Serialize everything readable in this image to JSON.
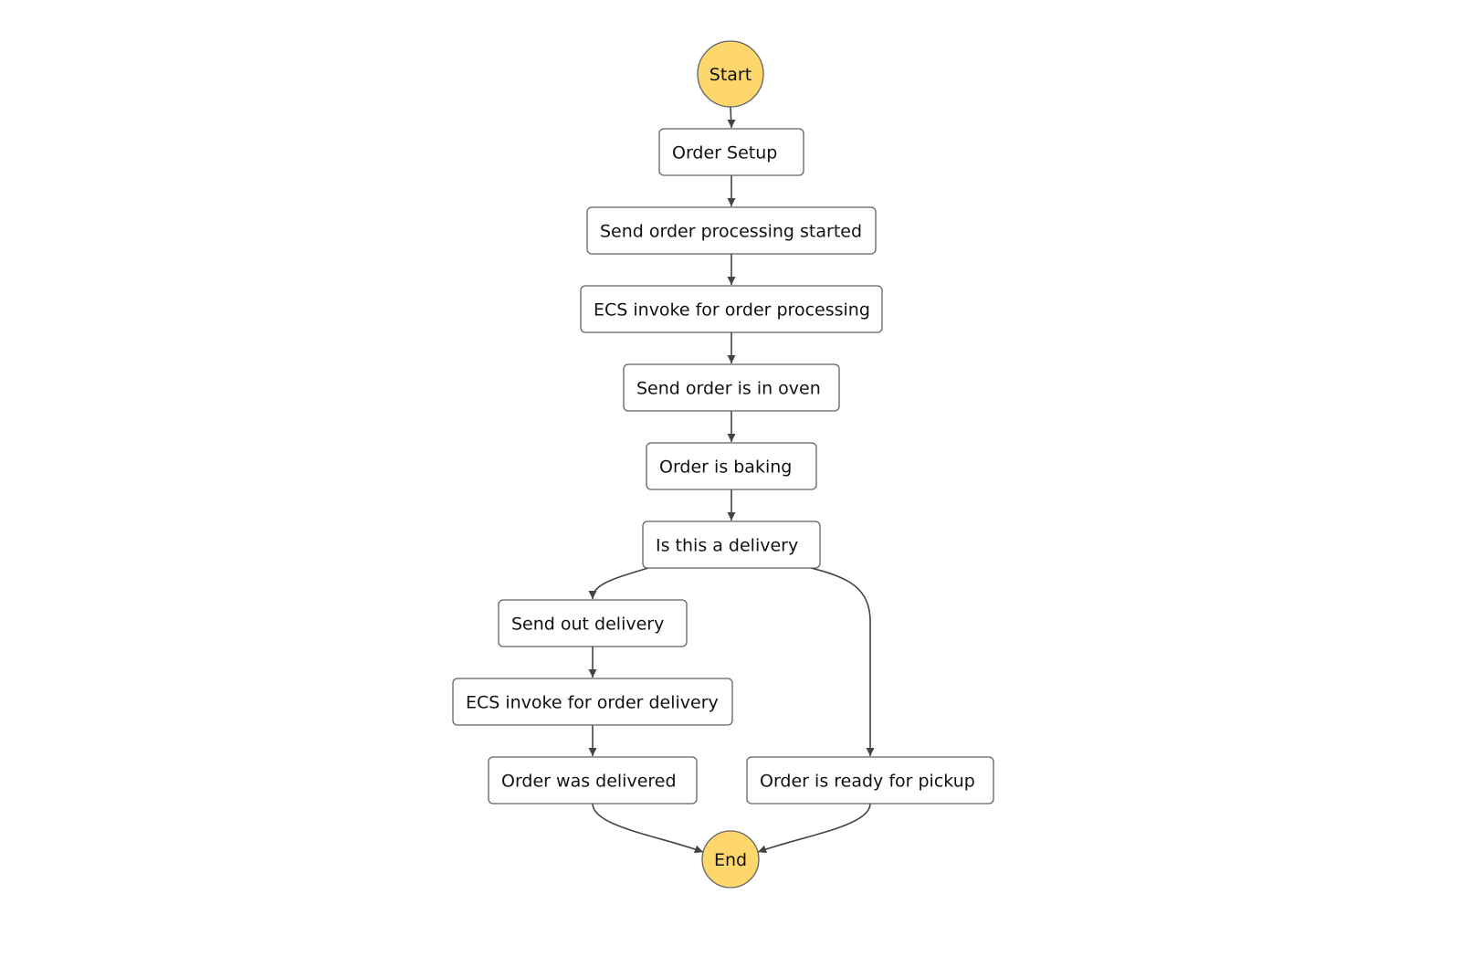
{
  "diagram": {
    "nodes": [
      {
        "id": "start",
        "shape": "circle",
        "label": "Start"
      },
      {
        "id": "order-setup",
        "shape": "box",
        "label": "Order Setup"
      },
      {
        "id": "send-order-processing-started",
        "shape": "box",
        "label": "Send order processing started"
      },
      {
        "id": "ecs-invoke-order-processing",
        "shape": "box",
        "label": "ECS invoke for order processing"
      },
      {
        "id": "send-order-in-oven",
        "shape": "box",
        "label": "Send order is in oven"
      },
      {
        "id": "order-is-baking",
        "shape": "box",
        "label": "Order is baking"
      },
      {
        "id": "is-this-a-delivery",
        "shape": "box",
        "label": "Is this a delivery"
      },
      {
        "id": "send-out-delivery",
        "shape": "box",
        "label": "Send out delivery"
      },
      {
        "id": "ecs-invoke-order-delivery",
        "shape": "box",
        "label": "ECS invoke for order delivery"
      },
      {
        "id": "order-was-delivered",
        "shape": "box",
        "label": "Order was delivered"
      },
      {
        "id": "order-ready-for-pickup",
        "shape": "box",
        "label": "Order is ready for pickup"
      },
      {
        "id": "end",
        "shape": "circle",
        "label": "End"
      }
    ],
    "edges": [
      {
        "from": "start",
        "to": "order-setup"
      },
      {
        "from": "order-setup",
        "to": "send-order-processing-started"
      },
      {
        "from": "send-order-processing-started",
        "to": "ecs-invoke-order-processing"
      },
      {
        "from": "ecs-invoke-order-processing",
        "to": "send-order-in-oven"
      },
      {
        "from": "send-order-in-oven",
        "to": "order-is-baking"
      },
      {
        "from": "order-is-baking",
        "to": "is-this-a-delivery"
      },
      {
        "from": "is-this-a-delivery",
        "to": "send-out-delivery"
      },
      {
        "from": "is-this-a-delivery",
        "to": "order-ready-for-pickup"
      },
      {
        "from": "send-out-delivery",
        "to": "ecs-invoke-order-delivery"
      },
      {
        "from": "ecs-invoke-order-delivery",
        "to": "order-was-delivered"
      },
      {
        "from": "order-was-delivered",
        "to": "end"
      },
      {
        "from": "order-ready-for-pickup",
        "to": "end"
      }
    ],
    "colors": {
      "terminal_fill": "#fdd66c",
      "box_fill": "#ffffff",
      "stroke": "#5f6368",
      "edge": "#444444",
      "text": "#111111"
    }
  }
}
